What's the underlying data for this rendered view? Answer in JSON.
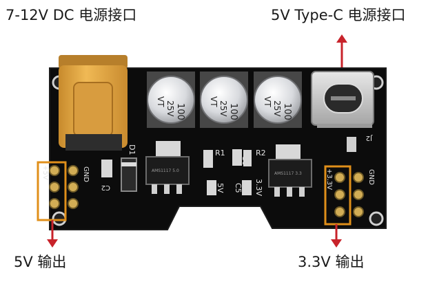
{
  "callouts": {
    "dc_jack": "7-12V DC 电源接口",
    "type_c": "5V Type-C 电源接口",
    "out_5v": "5V 输出",
    "out_33v": "3.3V 输出"
  },
  "silkscreen": {
    "cap_value": "100",
    "cap_voltage": "25V",
    "cap_series": "VT",
    "j2": "J2",
    "d1": "D1",
    "r1": "R1",
    "r2": "R2",
    "c6": "C6",
    "c5": "C5",
    "c2": "C2",
    "v5": "5V",
    "v33": "3.3V",
    "left_plus_5v": "+5V",
    "left_gnd": "GND",
    "right_plus_33v": "+3.3V",
    "right_gnd": "GND",
    "reg_left": "AMS1117 5.0",
    "reg_right": "AMS1117 3.3"
  },
  "colors": {
    "pcb": "#0c0c0c",
    "jack": "#e0a642",
    "header_box": "#e08f1a",
    "arrow": "#c8232b",
    "cap": "#d8dade"
  }
}
